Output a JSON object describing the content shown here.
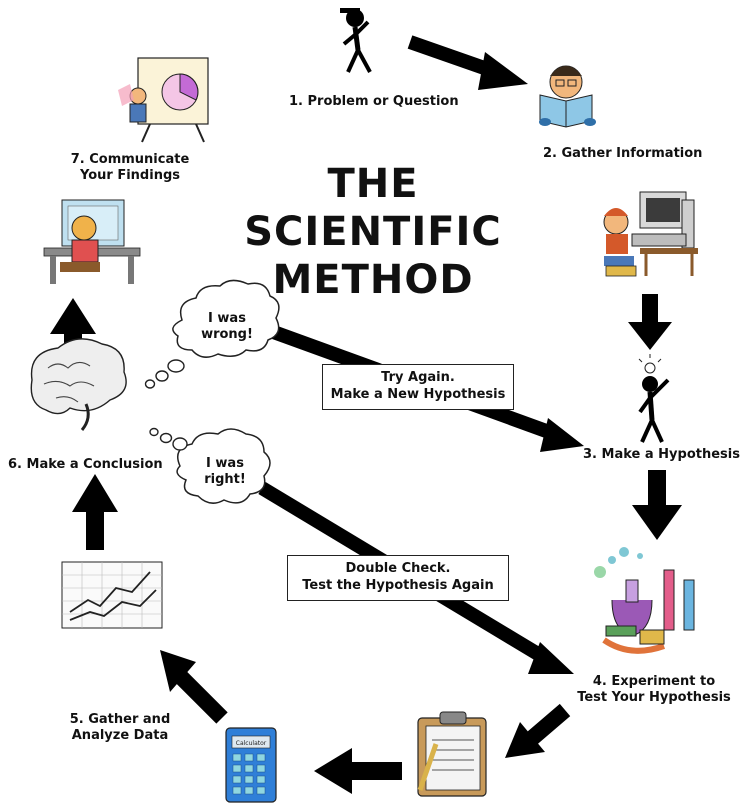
{
  "title": {
    "line1": "THE",
    "line2": "SCIENTIFIC",
    "line3": "METHOD"
  },
  "steps": {
    "s1": "1. Problem or Question",
    "s2": "2. Gather Information",
    "s3": "3. Make a Hypothesis",
    "s4_line1": "4. Experiment to",
    "s4_line2": "Test Your Hypothesis",
    "s5_line1": "5. Gather and",
    "s5_line2": "Analyze Data",
    "s6": "6. Make a Conclusion",
    "s7_line1": "7. Communicate",
    "s7_line2": "Your Findings"
  },
  "bubbles": {
    "wrong_line1": "I was",
    "wrong_line2": "wrong!",
    "right_line1": "I was",
    "right_line2": "right!"
  },
  "boxes": {
    "try_line1": "Try Again.",
    "try_line2": "Make a New Hypothesis",
    "double_line1": "Double Check.",
    "double_line2": "Test the Hypothesis Again"
  },
  "calculator": {
    "screen_text": "Calculator"
  }
}
